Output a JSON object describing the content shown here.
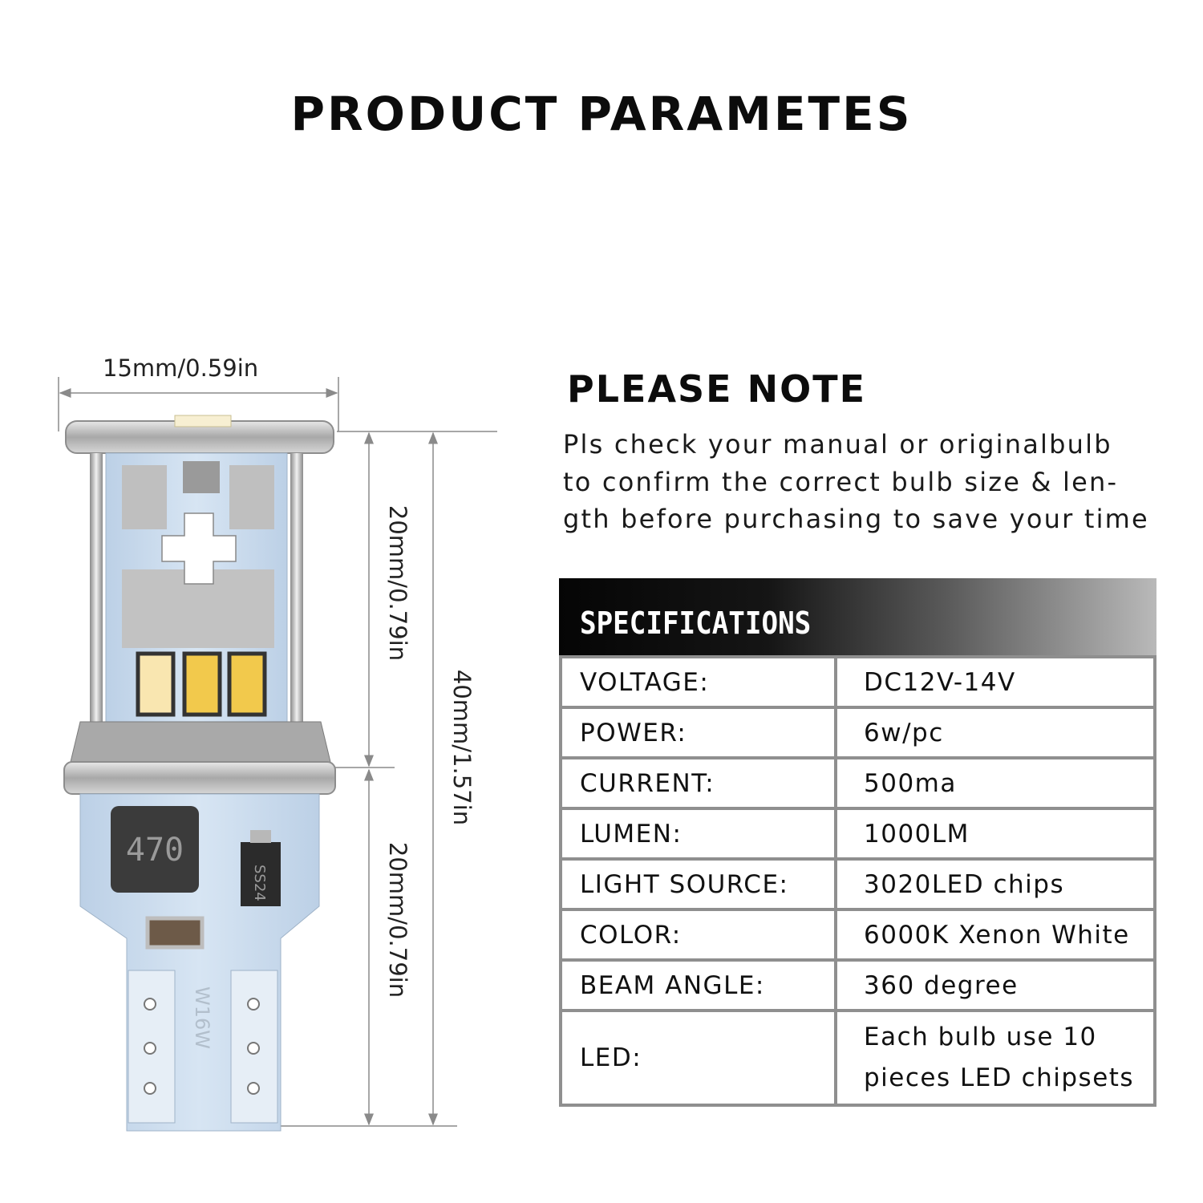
{
  "page_title": "PRODUCT PARAMETES",
  "dimensions": {
    "width": "15mm/0.59in",
    "upper_height": "20mm/0.79in",
    "lower_height": "20mm/0.79in",
    "total_height": "40mm/1.57in"
  },
  "bulb_markings": {
    "inductor": "470",
    "diode": "SS24",
    "base": "W16W",
    "minus": "−",
    "plus": "+"
  },
  "note": {
    "title": "PLEASE NOTE",
    "lines": [
      "Pls check your manual or originalbulb",
      "to confirm the correct bulb size & len-",
      "gth before purchasing to save your time"
    ]
  },
  "specifications": {
    "title": "SPECIFICATIONS",
    "rows": [
      {
        "key": "VOLTAGE:",
        "value": "DC12V-14V"
      },
      {
        "key": "POWER:",
        "value": "6w/pc"
      },
      {
        "key": "CURRENT:",
        "value": "500ma"
      },
      {
        "key": "LUMEN:",
        "value": "1000LM"
      },
      {
        "key": "LIGHT SOURCE:",
        "value": "3020LED chips"
      },
      {
        "key": "COLOR:",
        "value": "6000K Xenon White"
      },
      {
        "key": "BEAM ANGLE:",
        "value": "360 degree"
      },
      {
        "key": "LED:",
        "value_lines": [
          "Each bulb use 10",
          "pieces LED chipsets"
        ]
      }
    ]
  },
  "colors": {
    "board": "#c9d9ea",
    "led_yellow": "#f2c94c",
    "metal": "#b0b0b0",
    "table_border": "#8f8f8f"
  }
}
